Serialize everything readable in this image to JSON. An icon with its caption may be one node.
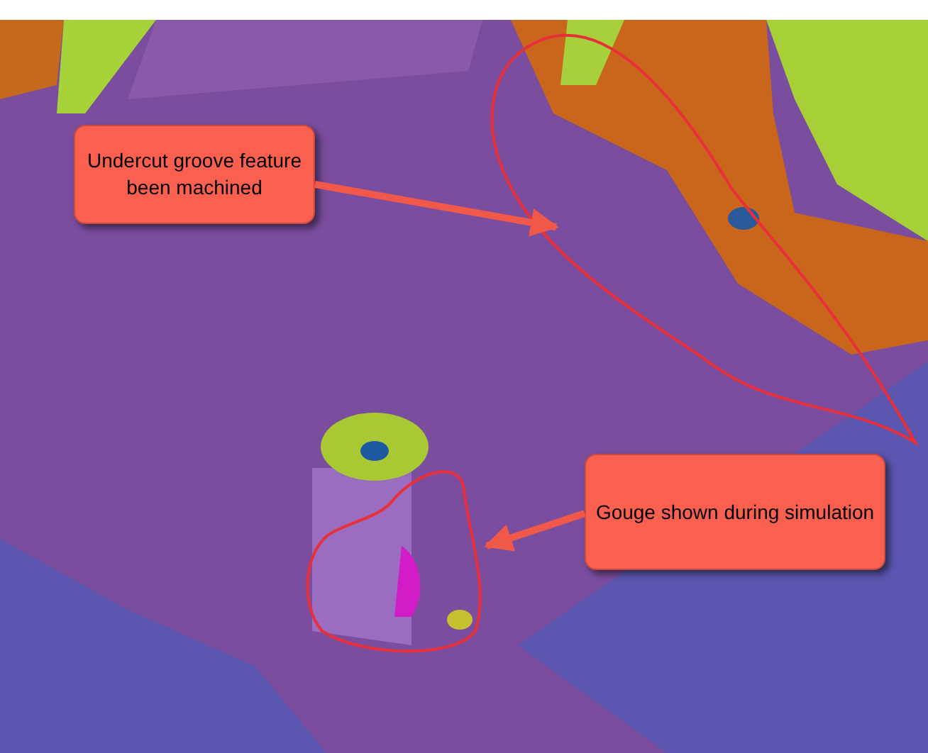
{
  "diagram": {
    "nodes": [
      {
        "text": [
          "Undercut groove feature been machined"
        ]
      },
      {
        "text": [
          "Gouge shown during simulation"
        ]
      },
      {
        "text": [],
        "shape": "circle"
      },
      {
        "text": [],
        "shape": "circle"
      }
    ],
    "edges": [
      {
        "from": 0,
        "to": 2,
        "arrow": "to"
      },
      {
        "from": 1,
        "to": 3,
        "arrow": "to"
      }
    ]
  }
}
